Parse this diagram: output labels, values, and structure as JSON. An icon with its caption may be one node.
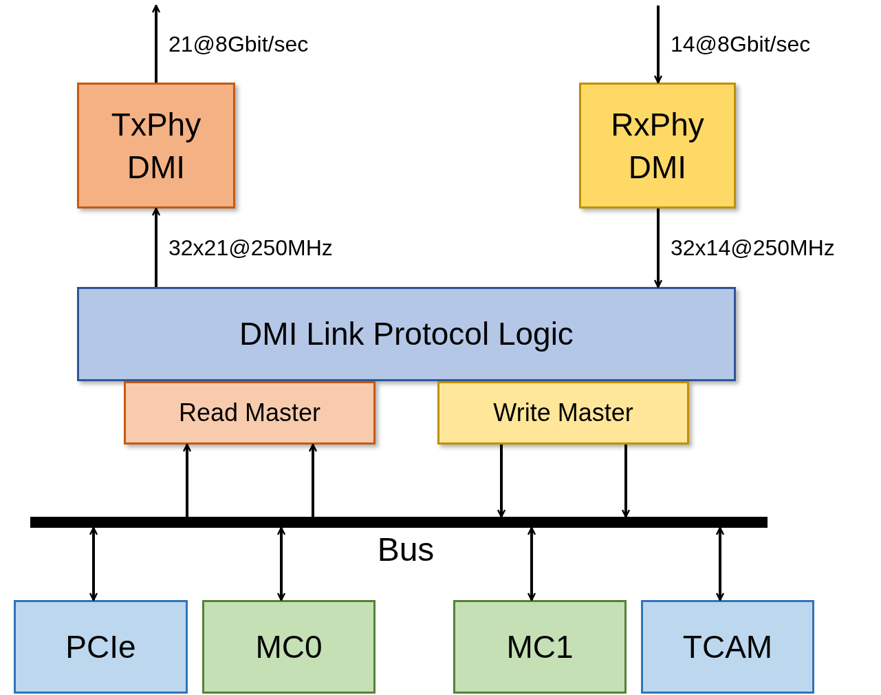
{
  "diagram": {
    "nodes": [
      {
        "text": [
          "TxPhy DMI"
        ]
      },
      {
        "text": [
          "RxPhy DMI"
        ]
      },
      {
        "text": [
          "DMI Link Protocol Logic"
        ]
      },
      {
        "text": [
          "Read Master"
        ]
      },
      {
        "text": [
          "Write Master"
        ]
      },
      {
        "text": [],
        "shape": "bar",
        "beside": [
          "Bus"
        ]
      },
      {
        "text": [
          "PCIe"
        ]
      },
      {
        "text": [
          "MC0"
        ]
      },
      {
        "text": [
          "MC1"
        ]
      },
      {
        "text": [
          "TCAM"
        ]
      }
    ],
    "edges": [
      {
        "from": 0,
        "to": null,
        "arrow": "to",
        "label": "21@8Gbit/sec"
      },
      {
        "from": null,
        "to": 1,
        "arrow": "to",
        "label": "14@8Gbit/sec"
      },
      {
        "from": 2,
        "to": 0,
        "arrow": "to",
        "label": "32x21@250MHz"
      },
      {
        "from": 1,
        "to": 2,
        "arrow": "to",
        "label": "32x14@250MHz"
      },
      {
        "from": 5,
        "to": 3,
        "arrow": "to"
      },
      {
        "from": 5,
        "to": 3,
        "arrow": "to"
      },
      {
        "from": 4,
        "to": 5,
        "arrow": "to"
      },
      {
        "from": 4,
        "to": 5,
        "arrow": "to"
      },
      {
        "from": 6,
        "to": 5,
        "arrow": "both"
      },
      {
        "from": 7,
        "to": 5,
        "arrow": "both"
      },
      {
        "from": 8,
        "to": 5,
        "arrow": "both"
      },
      {
        "from": 9,
        "to": 5,
        "arrow": "both"
      }
    ]
  }
}
